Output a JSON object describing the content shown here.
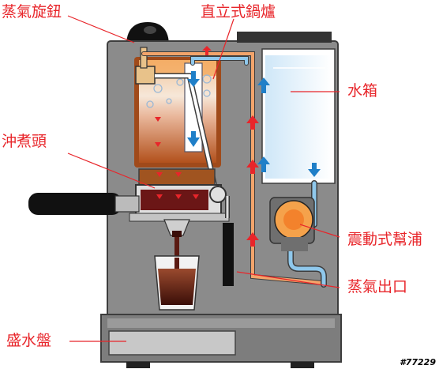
{
  "labels": {
    "steam_knob": "蒸氣旋鈕",
    "boiler": "直立式鍋爐",
    "water_tank": "水箱",
    "brew_head": "沖煮頭",
    "pump": "震動式幫浦",
    "steam_outlet": "蒸氣出口",
    "drip_tray": "盛水盤"
  },
  "watermark": "#77229",
  "colors": {
    "label_text": "#e8252a",
    "leader_line": "#e8252a",
    "body": "#8a8a8a",
    "water": "#d7ecfa",
    "pipe_hot": "#f2a46b",
    "pipe_cold": "#8fc8ec",
    "flow_hot_arrow": "#e8252a",
    "flow_cold_arrow": "#1f7fc8",
    "coffee": "#5a1a12"
  }
}
